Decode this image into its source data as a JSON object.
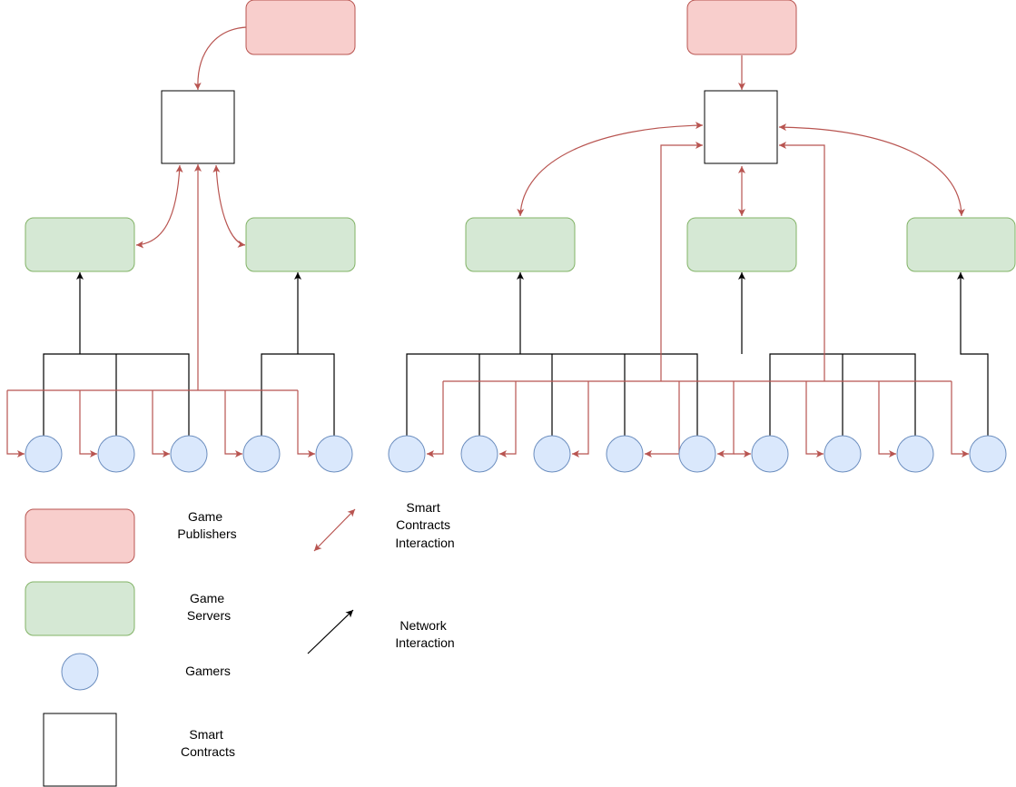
{
  "colors": {
    "publisher_fill": "#f8cecc",
    "publisher_stroke": "#b85450",
    "server_fill": "#d5e8d4",
    "server_stroke": "#82b366",
    "gamer_fill": "#dae8fc",
    "gamer_stroke": "#6c8ebf",
    "contract_fill": "#ffffff",
    "contract_stroke": "#000000",
    "smart_contract_line": "#b85450",
    "network_line": "#000000"
  },
  "legend": {
    "publishers": [
      "Game",
      "Publishers"
    ],
    "servers": [
      "Game",
      "Servers"
    ],
    "gamers": [
      "Gamers"
    ],
    "contracts": [
      "Smart",
      "Contracts"
    ],
    "smart_contract_interaction": [
      "Smart",
      "Contracts",
      "Interaction"
    ],
    "network_interaction": [
      "Network",
      "Interaction"
    ]
  }
}
